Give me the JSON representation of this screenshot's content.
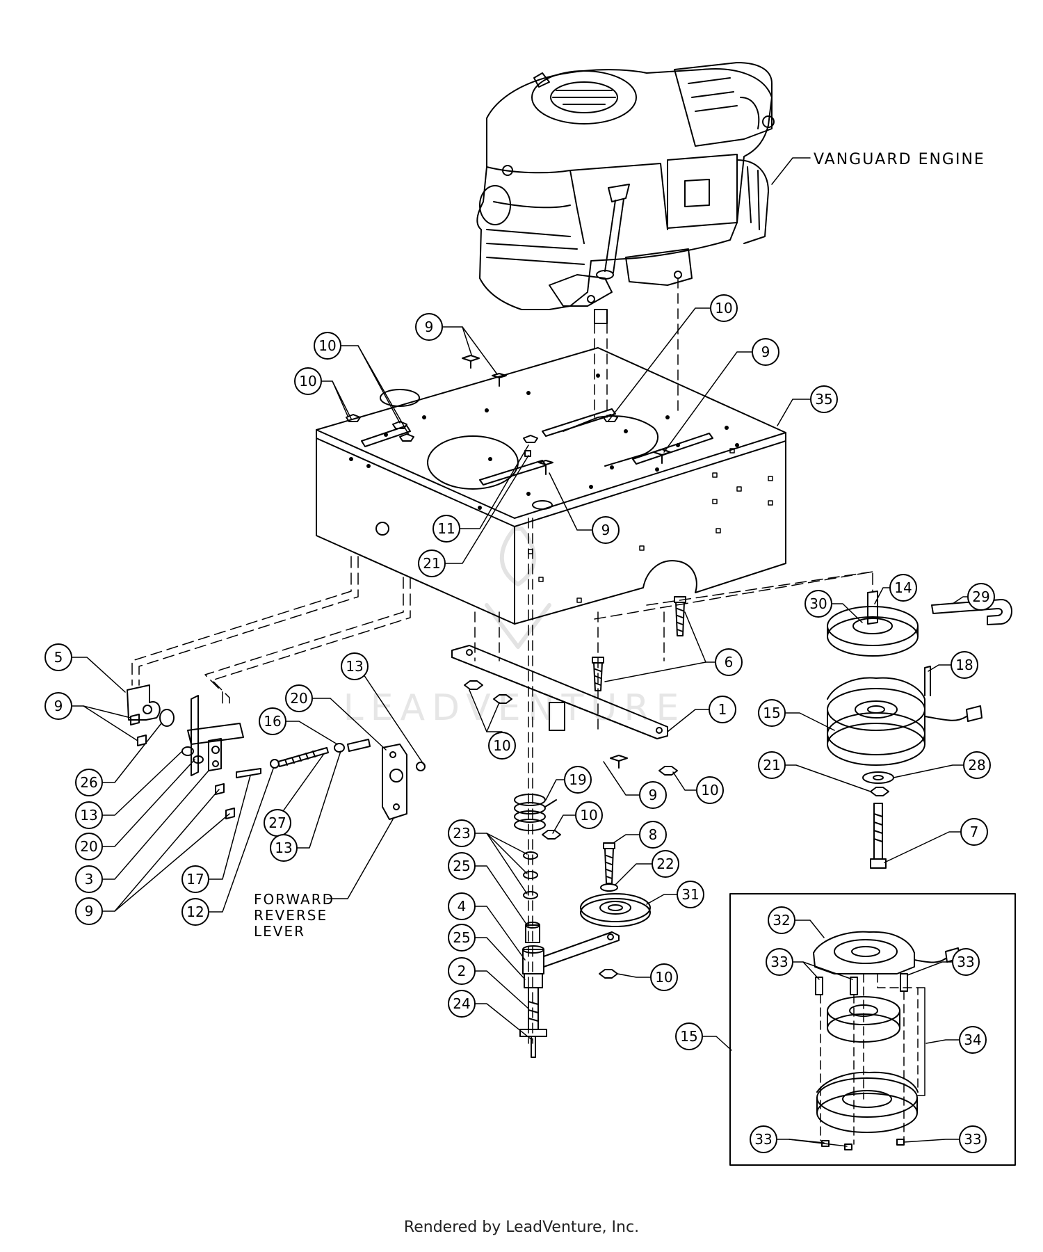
{
  "diagram": {
    "callouts": [
      {
        "id": "c9a",
        "label": "9"
      },
      {
        "id": "c10a",
        "label": "10"
      },
      {
        "id": "c10b",
        "label": "10"
      },
      {
        "id": "c10c",
        "label": "10"
      },
      {
        "id": "c9b",
        "label": "9"
      },
      {
        "id": "c35",
        "label": "35"
      },
      {
        "id": "c11",
        "label": "11"
      },
      {
        "id": "c21a",
        "label": "21"
      },
      {
        "id": "c9c",
        "label": "9"
      },
      {
        "id": "c14",
        "label": "14"
      },
      {
        "id": "c29",
        "label": "29"
      },
      {
        "id": "c30",
        "label": "30"
      },
      {
        "id": "c18",
        "label": "18"
      },
      {
        "id": "c6",
        "label": "6"
      },
      {
        "id": "c15a",
        "label": "15"
      },
      {
        "id": "c21b",
        "label": "21"
      },
      {
        "id": "c28",
        "label": "28"
      },
      {
        "id": "c7",
        "label": "7"
      },
      {
        "id": "c5",
        "label": "5"
      },
      {
        "id": "c9d",
        "label": "9"
      },
      {
        "id": "c26",
        "label": "26"
      },
      {
        "id": "c13a",
        "label": "13"
      },
      {
        "id": "c20a",
        "label": "20"
      },
      {
        "id": "c3",
        "label": "3"
      },
      {
        "id": "c9e",
        "label": "9"
      },
      {
        "id": "c13b",
        "label": "13"
      },
      {
        "id": "c20b",
        "label": "20"
      },
      {
        "id": "c16",
        "label": "16"
      },
      {
        "id": "c27",
        "label": "27"
      },
      {
        "id": "c13c",
        "label": "13"
      },
      {
        "id": "c17",
        "label": "17"
      },
      {
        "id": "c12",
        "label": "12"
      },
      {
        "id": "c10d",
        "label": "10"
      },
      {
        "id": "c1",
        "label": "1"
      },
      {
        "id": "c9f",
        "label": "9"
      },
      {
        "id": "c10e",
        "label": "10"
      },
      {
        "id": "c19",
        "label": "19"
      },
      {
        "id": "c10f",
        "label": "10"
      },
      {
        "id": "c8",
        "label": "8"
      },
      {
        "id": "c22",
        "label": "22"
      },
      {
        "id": "c31",
        "label": "31"
      },
      {
        "id": "c23",
        "label": "23"
      },
      {
        "id": "c25a",
        "label": "25"
      },
      {
        "id": "c4",
        "label": "4"
      },
      {
        "id": "c25b",
        "label": "25"
      },
      {
        "id": "c2",
        "label": "2"
      },
      {
        "id": "c24",
        "label": "24"
      },
      {
        "id": "c10g",
        "label": "10"
      },
      {
        "id": "c32",
        "label": "32"
      },
      {
        "id": "c33a",
        "label": "33"
      },
      {
        "id": "c33b",
        "label": "33"
      },
      {
        "id": "c15b",
        "label": "15"
      },
      {
        "id": "c34",
        "label": "34"
      },
      {
        "id": "c33c",
        "label": "33"
      },
      {
        "id": "c33d",
        "label": "33"
      }
    ],
    "engine_label": "VANGUARD ENGINE",
    "lever_label_lines": [
      "FORWARD",
      "REVERSE",
      "LEVER"
    ],
    "watermark": "LEADVENTURE"
  },
  "footer": "Rendered by LeadVenture, Inc."
}
